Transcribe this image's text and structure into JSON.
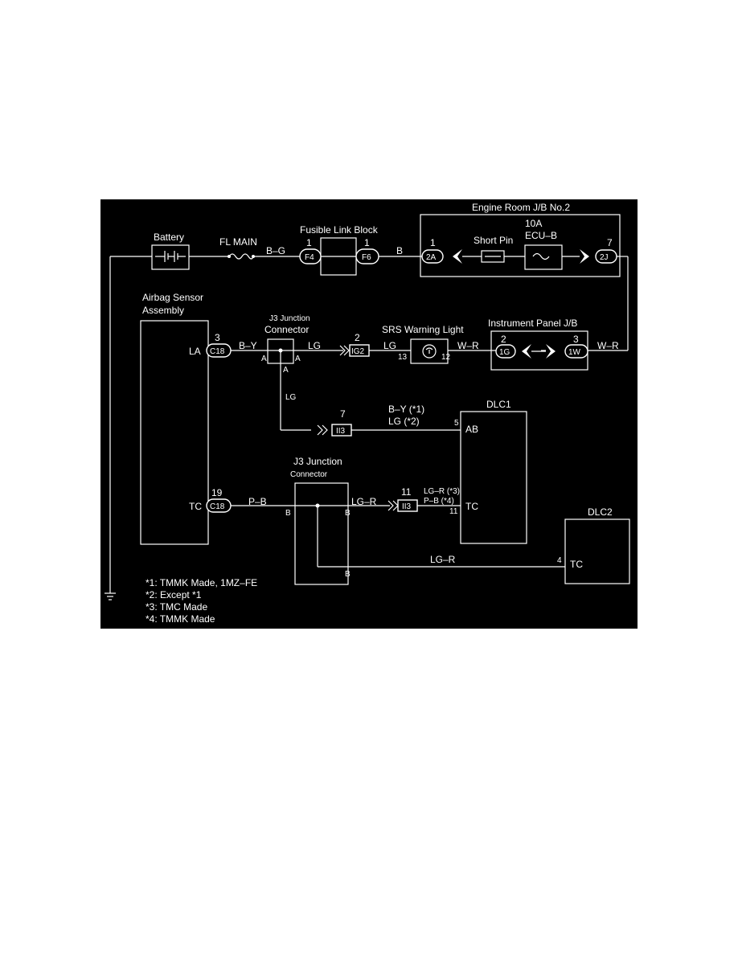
{
  "colors": {
    "background": "#000000",
    "line": "#ffffff",
    "page": "#ffffff"
  },
  "labels": {
    "engine_room_jb": "Engine Room J/B No.2",
    "battery": "Battery",
    "fl_main": "FL MAIN",
    "fusible_link_block": "Fusible Link Block",
    "fuse_amp": "10A",
    "ecu_b": "ECU–B",
    "short_pin": "Short Pin",
    "airbag_sensor_line1": "Airbag Sensor",
    "airbag_sensor_line2": "Assembly",
    "j3_top_line1": "J3 Junction",
    "j3_top_line2": "Connector",
    "srs_warning_light": "SRS Warning Light",
    "instrument_panel_jb": "Instrument Panel J/B",
    "dlc1": "DLC1",
    "dlc2": "DLC2",
    "j3_bottom_line1": "J3 Junction",
    "j3_bottom_line2": "Connector",
    "terminal_la": "LA",
    "terminal_tc_airbag": "TC",
    "terminal_ab": "AB",
    "terminal_tc_dlc1": "TC",
    "terminal_tc_dlc2": "TC"
  },
  "connectors": {
    "f4": "F4",
    "f6": "F6",
    "c2a": "2A",
    "c2j": "2J",
    "c18_top": "C18",
    "c18_bottom": "C18",
    "ig2": "IG2",
    "c1g": "1G",
    "c1w": "1W",
    "ii3_top": "II3",
    "ii3_bottom": "II3"
  },
  "pins": {
    "f4": "1",
    "f6": "1",
    "c2a": "1",
    "c2j": "7",
    "c18_la": "3",
    "c18_tc": "19",
    "ig2": "2",
    "srs_in": "13",
    "srs_out": "12",
    "c1g": "2",
    "c1w": "3",
    "ii3_top": "7",
    "dlc1_ab": "5",
    "ii3_bottom": "11",
    "dlc1_tc": "11",
    "dlc2_tc": "4",
    "j3a_left": "A",
    "j3a_right": "A",
    "j3a_bottom": "A",
    "j3b_left": "B",
    "j3b_right": "B",
    "j3b_bottom": "B"
  },
  "wires": {
    "b_g": "B–G",
    "b": "B",
    "w_r_right": "W–R",
    "w_r_mid": "W–R",
    "b_y": "B–Y",
    "lg_j3_out": "LG",
    "lg_srs_in": "LG",
    "lg_down": "LG",
    "ab_line1": "B–Y (*1)",
    "ab_line2": "LG (*2)",
    "p_b": "P–B",
    "lg_r_j3": "LG–R",
    "tc_line1": "LG–R (*3)",
    "tc_line2": "P–B (*4)",
    "lg_r_dlc2": "LG–R"
  },
  "notes": [
    "*1: TMMK Made, 1MZ–FE",
    "*2: Except *1",
    "*3: TMC Made",
    "*4: TMMK Made"
  ],
  "icons": [
    "battery-icon",
    "fusible-link-icon",
    "fuse-icon",
    "lamp-icon",
    "ground-icon",
    "connector-arrow-icon"
  ]
}
